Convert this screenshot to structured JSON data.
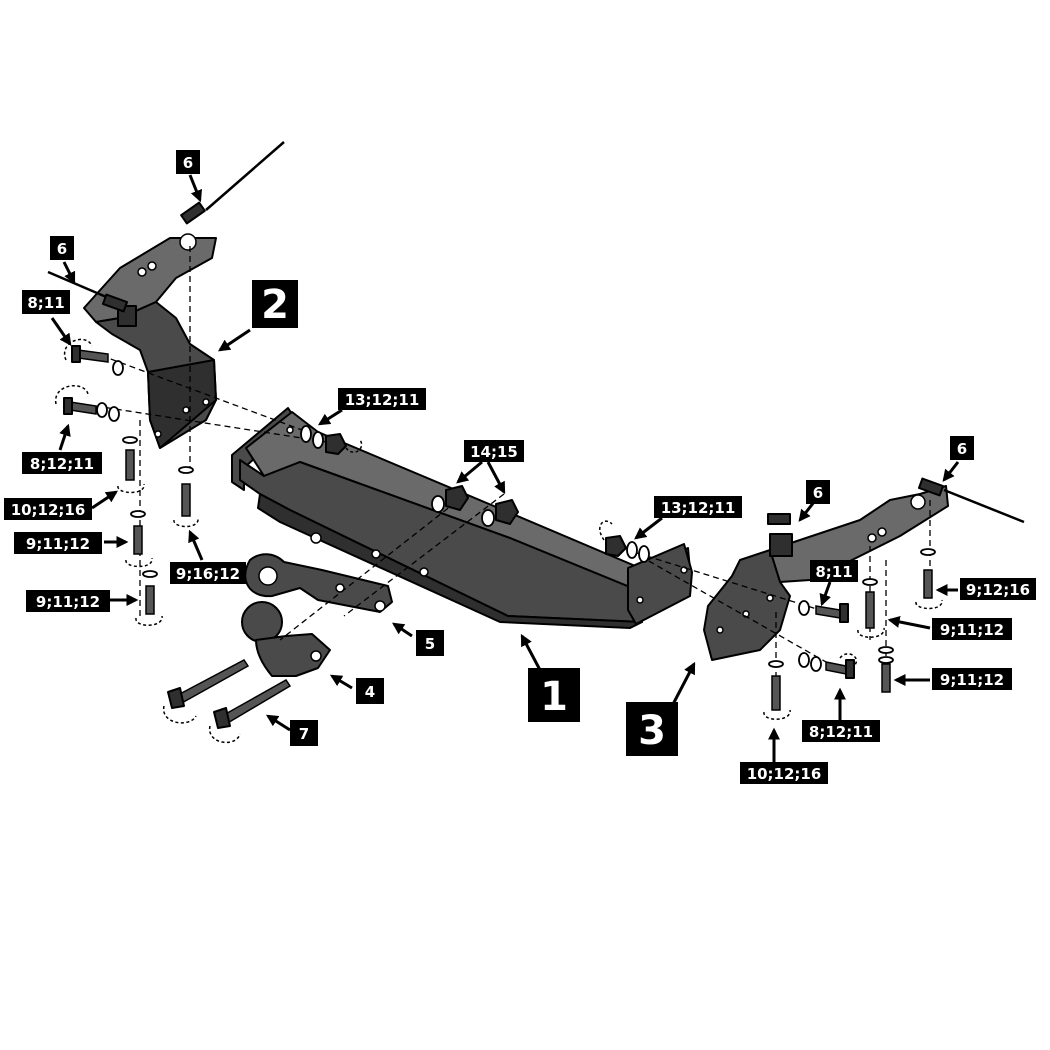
{
  "labels": {
    "main_bar": "1",
    "bracket_left": "2",
    "bracket_right": "3",
    "tow_ball": "4",
    "socket_plate": "5",
    "cable_tie_top_left": "6",
    "cable_tie_left": "6",
    "cable_tie_right_top": "6",
    "cable_tie_right": "6",
    "hardware_bolts_m": "7",
    "hw_left_upper_bolt": "8;11",
    "hw_left_lower_bolt": "8;12;11",
    "hw_left_vertical_1": "10;12;16",
    "hw_left_vertical_2": "9;11;12",
    "hw_left_vertical_3": "9;11;12",
    "hw_left_inner_vertical": "9;16;12",
    "hw_nut_left": "13;12;11",
    "hw_nuts_center": "14;15",
    "hw_nut_right": "13;12;11",
    "hw_right_upper_bolt": "8;11",
    "hw_right_lower_bolt": "8;12;11",
    "hw_right_vertical_1": "9;12;16",
    "hw_right_vertical_2": "9;11;12",
    "hw_right_vertical_3": "9;11;12",
    "hw_right_bottom_vertical": "10;12;16"
  }
}
